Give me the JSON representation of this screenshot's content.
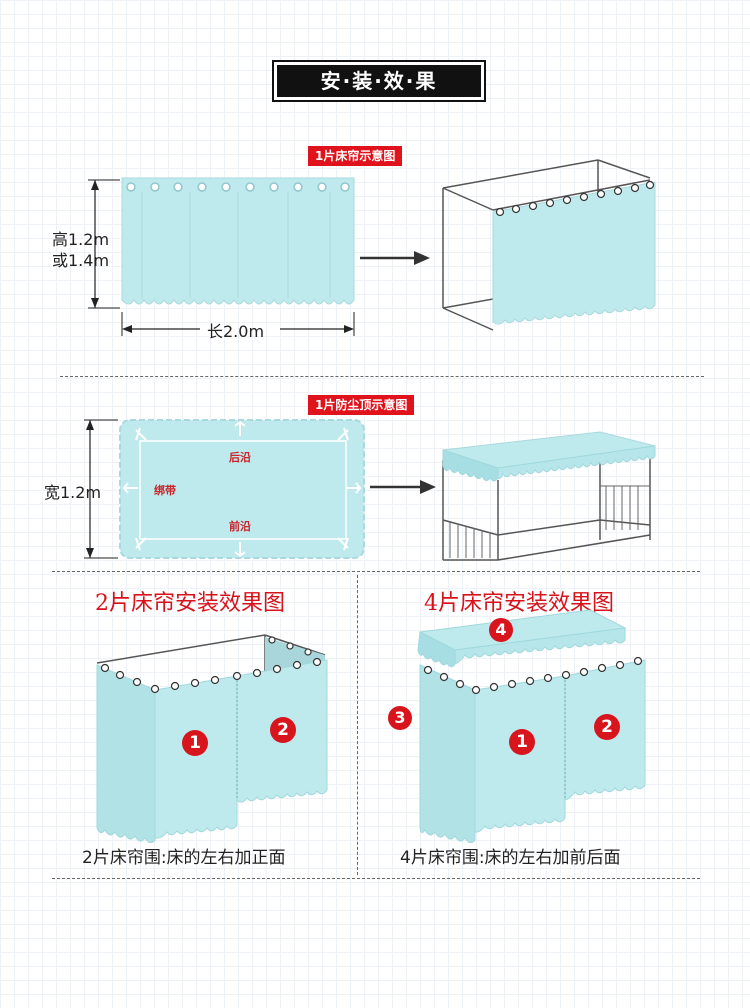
{
  "header": {
    "title": "安·装·效·果"
  },
  "section1": {
    "tag": "1片床帘示意图",
    "height_label_1": "高1.2m",
    "height_label_2": "或1.4m",
    "length_label": "长2.0m"
  },
  "section2": {
    "tag": "1片防尘顶示意图",
    "width_label": "宽1.2m",
    "back_edge": "后沿",
    "front_edge": "前沿",
    "tie": "绑带"
  },
  "section3": {
    "title": "2片床帘安装效果图",
    "num_1": "1",
    "num_2": "2",
    "caption": "2片床帘围:床的左右加正面"
  },
  "section4": {
    "title": "4片床帘安装效果图",
    "num_1": "1",
    "num_2": "2",
    "num_3": "3",
    "num_4": "4",
    "caption": "4片床帘围:床的左右加前后面"
  },
  "colors": {
    "curtain": "#bfeaed",
    "curtain_edge": "#9fd8dd",
    "accent_red": "#e0121b",
    "frame": "#555555"
  },
  "icons": [
    "arrow-right-icon",
    "numbered-circle-icon"
  ]
}
